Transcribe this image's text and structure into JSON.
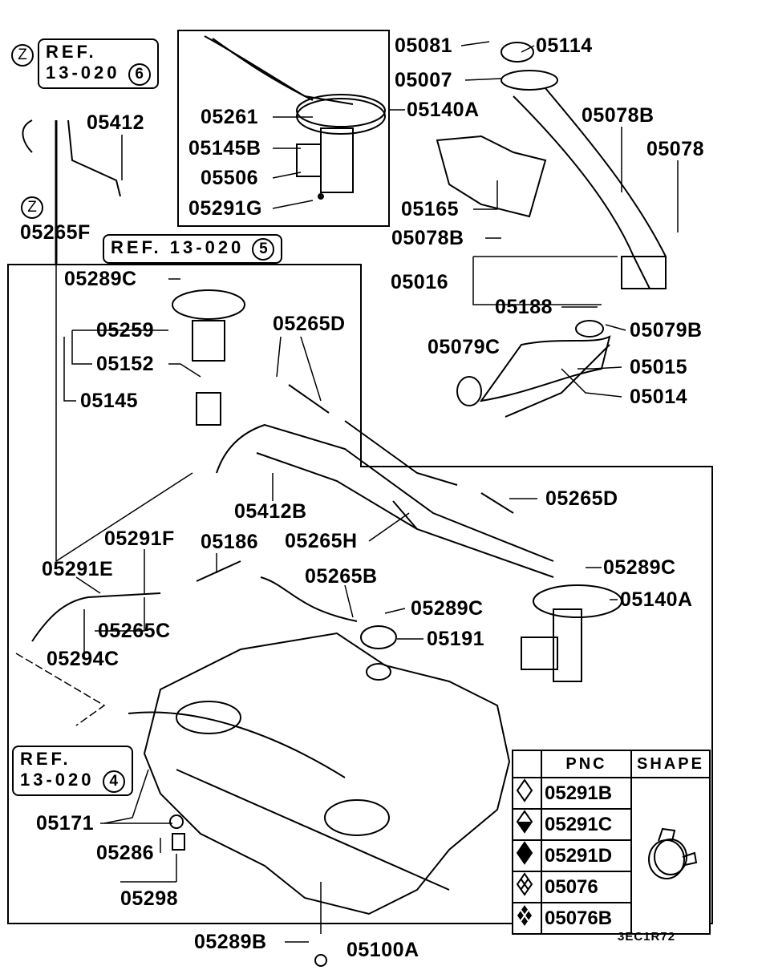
{
  "refs": {
    "ref_z_top": {
      "marker": "Z",
      "line1": "REF.",
      "line2": "13-020",
      "num": "6"
    },
    "ref_5": {
      "text": "REF. 13-020",
      "num": "5"
    },
    "ref_4": {
      "line1": "REF.",
      "line2": "13-020",
      "num": "4"
    },
    "z_marker": "Z"
  },
  "labels": [
    "05081",
    "05114",
    "05007",
    "05140A",
    "05261",
    "05145B",
    "05506",
    "05291G",
    "05412",
    "05265F",
    "05078B",
    "05078",
    "05165",
    "05078B",
    "05016",
    "05188",
    "05079B",
    "05079C",
    "05015",
    "05014",
    "05289C",
    "05259",
    "05152",
    "05145",
    "05265D",
    "05265D",
    "05412B",
    "05265H",
    "05291F",
    "05186",
    "05291E",
    "05265B",
    "05289C",
    "05140A",
    "05289C",
    "05265C",
    "05294C",
    "05191",
    "05171",
    "05286",
    "05298",
    "05289B",
    "05100A"
  ],
  "legend": {
    "headers": {
      "pnc": "PNC",
      "shape": "SHAPE"
    },
    "rows": [
      {
        "symbol": "diamond-open",
        "pnc": "05291B"
      },
      {
        "symbol": "diamond-half",
        "pnc": "05291C"
      },
      {
        "symbol": "diamond-filled",
        "pnc": "05291D"
      },
      {
        "symbol": "diamond-quad-open",
        "pnc": "05076"
      },
      {
        "symbol": "diamond-quad-filled",
        "pnc": "05076B"
      }
    ]
  },
  "figure_code": "3EC1R72"
}
